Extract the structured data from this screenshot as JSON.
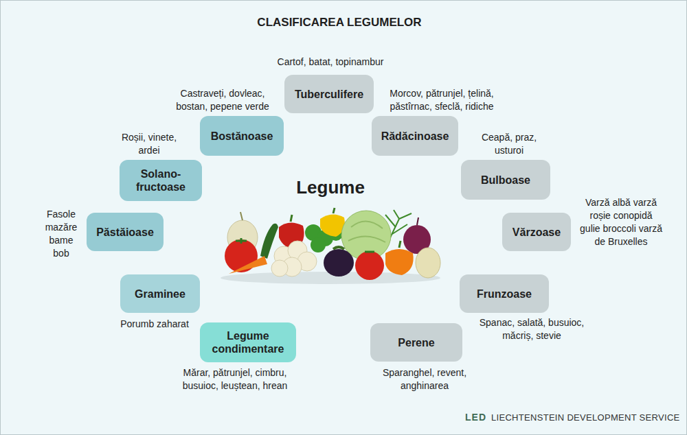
{
  "diagram": {
    "title": "CLASIFICAREA LEGUMELOR",
    "nodes": [
      {
        "text": [
          "Tuberculifere",
          "Cartof, batat, topinambur"
        ]
      },
      {
        "text": [
          "Rădăcinoase",
          "Morcov, pătrunjel, țelină, păstîrnac, sfeclă, ridiche"
        ]
      },
      {
        "text": [
          "Bulboase",
          "Ceapă, praz, usturoi"
        ]
      },
      {
        "text": [
          "Vărzoase",
          "Varză albă varză roșie conopidă gulie broccoli varză de Bruxelles"
        ]
      },
      {
        "text": [
          "Frunzoase",
          "Spanac, salată, busuioc, măcriș, stevie"
        ]
      },
      {
        "text": [
          "Perene",
          "Sparanghel, revent, anghinarea"
        ]
      },
      {
        "text": [
          "Legume condimentare",
          "Mărar, pătrunjel, cimbru, busuioc, leuștean, hrean"
        ]
      },
      {
        "text": [
          "Graminee",
          "Porumb zaharat"
        ]
      },
      {
        "text": [
          "Păstăioase",
          "Fasole mazăre bame bob"
        ]
      },
      {
        "text": [
          "Solano-fructoase",
          "Roșii, vinete, ardei"
        ]
      },
      {
        "text": [
          "Bostănoase",
          "Castraveți, dovleac, bostan, pepene verde"
        ]
      }
    ],
    "labels": [
      "Legume",
      "LED",
      "LIECHTENSTEIN DEVELOPMENT SERVICE"
    ]
  }
}
